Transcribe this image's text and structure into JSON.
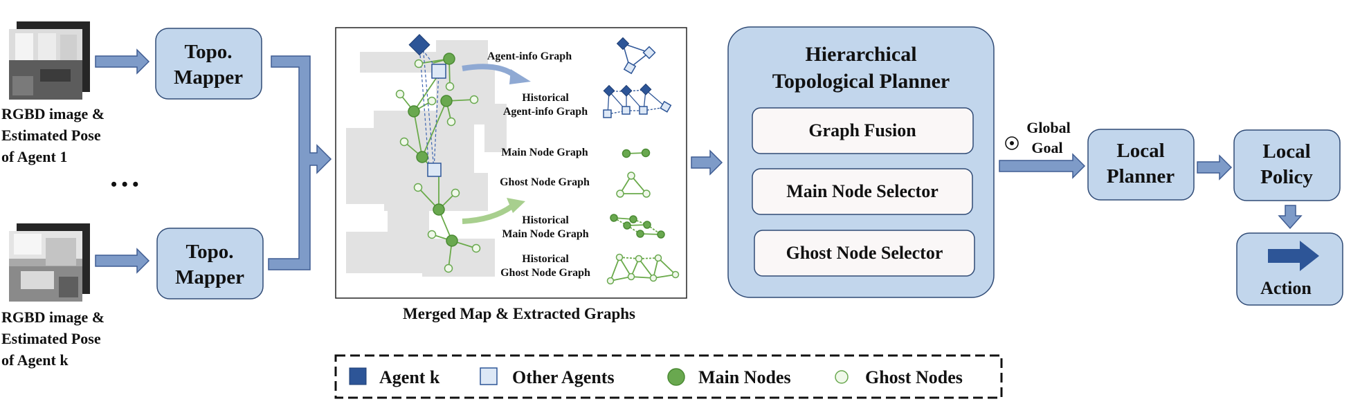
{
  "inputs": [
    {
      "caption_lines": [
        "RGBD image &",
        "Estimated Pose",
        "of Agent 1"
      ]
    },
    {
      "caption_lines": [
        "RGBD image &",
        "Estimated  Pose",
        "of Agent k"
      ]
    }
  ],
  "ellipsis": "• • •",
  "mapper": {
    "line1": "Topo.",
    "line2": "Mapper"
  },
  "merged_map": {
    "caption": "Merged Map & Extracted Graphs",
    "graphs": [
      {
        "lines": [
          "Agent-info Graph"
        ]
      },
      {
        "lines": [
          "Historical",
          "Agent-info Graph"
        ]
      },
      {
        "lines": [
          "Main Node Graph"
        ]
      },
      {
        "lines": [
          "Ghost Node Graph"
        ]
      },
      {
        "lines": [
          "Historical",
          "Main Node Graph"
        ]
      },
      {
        "lines": [
          "Historical",
          "Ghost Node Graph"
        ]
      }
    ]
  },
  "planner": {
    "title_line1": "Hierarchical",
    "title_line2": "Topological Planner",
    "modules": [
      "Graph Fusion",
      "Main Node Selector",
      "Ghost Node Selector"
    ]
  },
  "global_goal": {
    "line1": "Global",
    "line2": "Goal",
    "icon": "target-icon"
  },
  "local_planner": {
    "line1": "Local",
    "line2": "Planner"
  },
  "local_policy": {
    "line1": "Local",
    "line2": "Policy"
  },
  "action": {
    "label": "Action"
  },
  "legend": {
    "items": [
      "Agent k",
      "Other Agents",
      "Main Nodes",
      "Ghost Nodes"
    ]
  },
  "colors": {
    "box_fill": "#c2d6ec",
    "box_stroke": "#2f4a75",
    "arrow_fill": "#7e9bc8",
    "main_node": "#69a84f",
    "ghost_node": "#f0f8ea",
    "agent_k": "#2d5597",
    "other_agents": "#dde8f6"
  }
}
